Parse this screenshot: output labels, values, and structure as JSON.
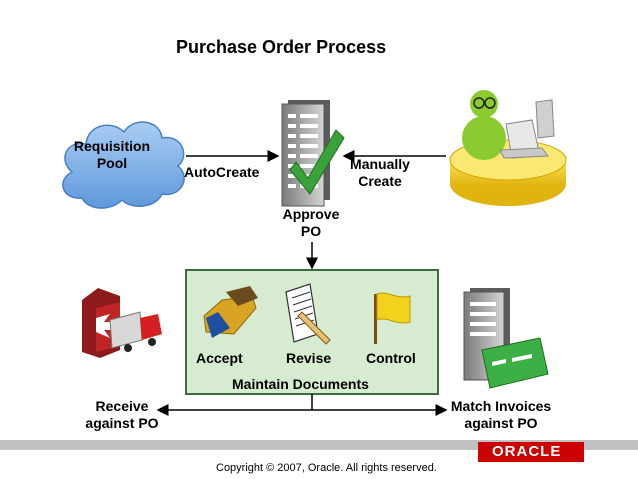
{
  "title": "Purchase Order Process",
  "nodes": {
    "requisition_pool": [
      "Requisition",
      "Pool"
    ],
    "approve_po": [
      "Approve",
      "PO"
    ],
    "receive": [
      "Receive",
      "against PO"
    ],
    "match_invoices": [
      "Match Invoices",
      "against PO"
    ]
  },
  "edges": {
    "autocreate": "AutoCreate",
    "manually_create": [
      "Manually",
      "Create"
    ]
  },
  "maintain": {
    "title": "Maintain Documents",
    "actions": [
      "Accept",
      "Revise",
      "Control"
    ]
  },
  "footer": {
    "copyright": "Copyright © 2007, Oracle. All rights reserved.",
    "brand": "ORACLE"
  },
  "colors": {
    "cloud": "#7fb2e8",
    "maintain_box": "#d7ebd0",
    "maintain_border": "#3c6e3c",
    "check": "#3aa23a",
    "footer_bar": "#c0c0c0",
    "brand": "#cc0000"
  },
  "icons": [
    "cloud-icon",
    "document-check-icon",
    "person-computer-icon",
    "truck-dock-icon",
    "handshake-icon",
    "document-pencil-icon",
    "flag-icon",
    "invoice-documents-icon"
  ]
}
